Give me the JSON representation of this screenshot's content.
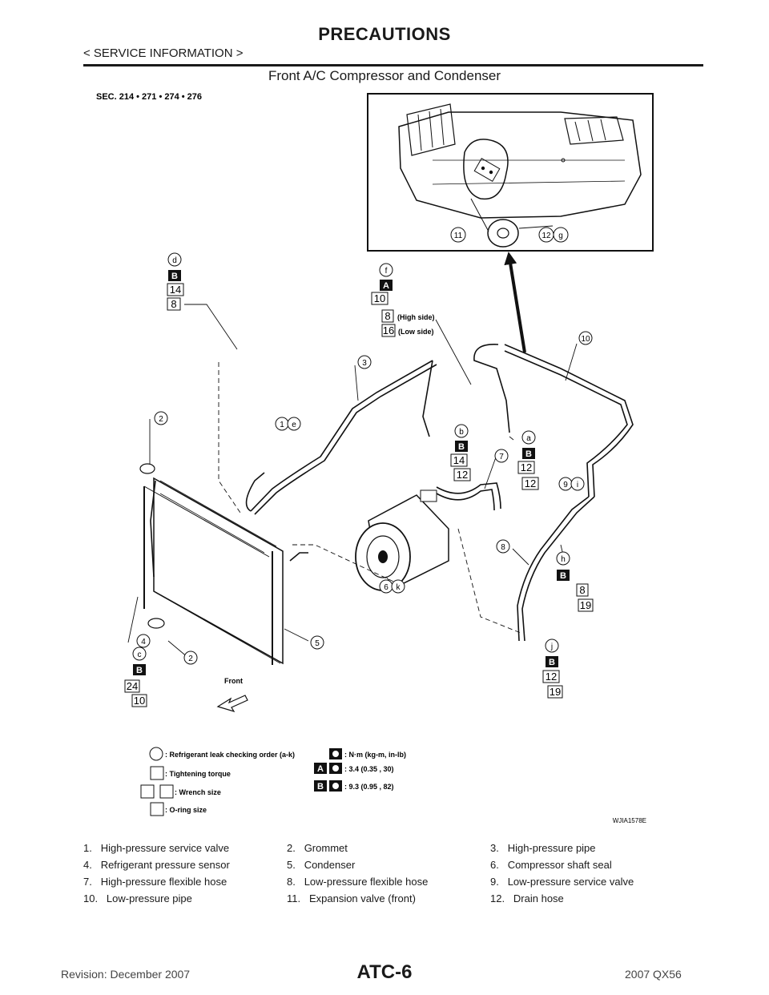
{
  "header": {
    "title": "PRECAUTIONS",
    "section": "< SERVICE INFORMATION >",
    "subtitle": "Front A/C Compressor and Condenser"
  },
  "diagram": {
    "sec_label": "SEC. 214 • 271 • 274 • 276",
    "callouts": {
      "c1": "1",
      "c2a": "2",
      "c2b": "2",
      "c3": "3",
      "c4": "4",
      "c5": "5",
      "c6": "6",
      "c7": "7",
      "c8": "8",
      "c9": "9",
      "c10": "10",
      "c11": "11",
      "c12": "12",
      "la": "a",
      "lb": "b",
      "lc": "c",
      "ld": "d",
      "le": "e",
      "lf": "f",
      "lg": "g",
      "lh": "h",
      "li": "i",
      "lj": "j",
      "lk": "k"
    },
    "torque_marks": {
      "A": "A",
      "B": "B"
    },
    "spec_boxes": {
      "d_torque": "14",
      "d_size": "8",
      "f_torque": "10",
      "f_size_high": "8",
      "f_size_low": "16",
      "high_side": "(High side)",
      "low_side": "(Low side)",
      "b_torque": "14",
      "b_size": "12",
      "a_torque": "12",
      "a_size": "12",
      "h_torque": "8",
      "h_size": "19",
      "j_torque": "12",
      "j_size": "19",
      "c_torque": "24",
      "c_size": "10"
    },
    "front_label": "Front",
    "legend": {
      "leak_order": ": Refrigerant leak checking order (a-k)",
      "tightening": ": Tightening torque",
      "wrench": ": Wrench size",
      "oring": ": O-ring size",
      "unit": ": N·m (kg-m, in-lb)",
      "torque_a": ": 3.4 (0.35 , 30)",
      "torque_b": ": 9.3 (0.95 , 82)"
    },
    "figure_id": "WJIA1578E"
  },
  "parts": [
    [
      "1.",
      "High-pressure service valve",
      "2.",
      "Grommet",
      "3.",
      "High-pressure pipe"
    ],
    [
      "4.",
      "Refrigerant pressure sensor",
      "5.",
      "Condenser",
      "6.",
      "Compressor shaft seal"
    ],
    [
      "7.",
      "High-pressure flexible hose",
      "8.",
      "Low-pressure flexible hose",
      "9.",
      "Low-pressure service valve"
    ],
    [
      "10.",
      "Low-pressure pipe",
      "11.",
      "Expansion valve (front)",
      "12.",
      "Drain hose"
    ]
  ],
  "footer": {
    "revision": "Revision: December 2007",
    "page": "ATC-6",
    "model": "2007 QX56"
  }
}
